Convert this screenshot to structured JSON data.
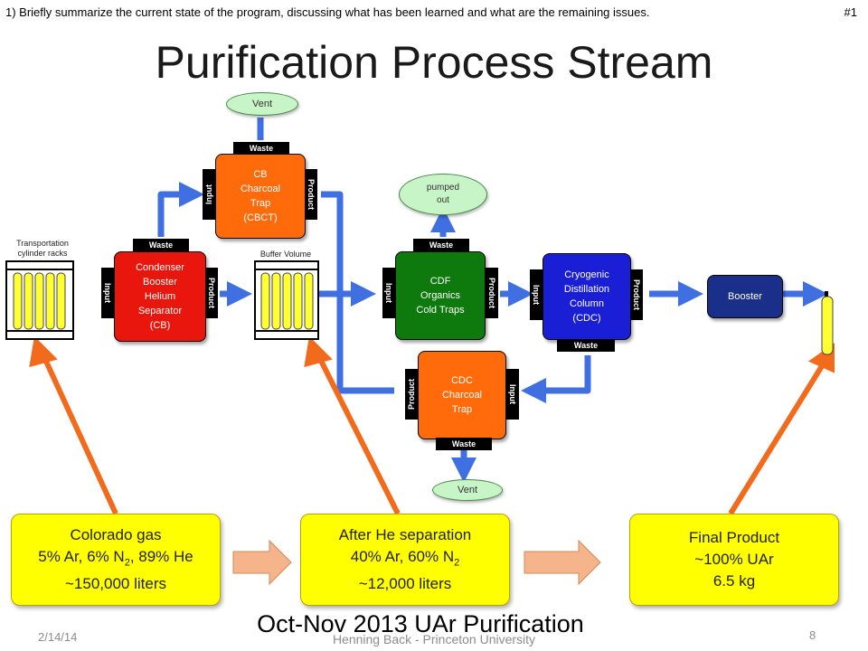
{
  "header": {
    "question": "1) Briefly summarize the current state of the program, discussing what has been learned and what are the remaining issues.",
    "slide_tag": "#1",
    "title": "Purification Process Stream"
  },
  "ports": {
    "input": "Input",
    "product": "Product",
    "waste": "Waste"
  },
  "units": {
    "cb": [
      "Condenser",
      "Booster",
      "Helium",
      "Separator",
      "(CB)"
    ],
    "cbct": [
      "CB",
      "Charcoal",
      "Trap",
      "(CBCT)"
    ],
    "cdf": [
      "CDF",
      "Organics",
      "Cold Traps"
    ],
    "cdc_column": [
      "Cryogenic",
      "Distillation",
      "Column",
      "(CDC)"
    ],
    "cdc_trap": [
      "CDC",
      "Charcoal",
      "Trap"
    ],
    "booster": "Booster"
  },
  "bubbles": {
    "vent_top": "Vent",
    "pumped_out": [
      "pumped",
      "out"
    ],
    "vent_bottom": "Vent"
  },
  "labels": {
    "transport_racks": [
      "Transportation",
      "cylinder racks"
    ],
    "buffer_volume": "Buffer Volume"
  },
  "stages": {
    "colorado": {
      "line1": "Colorado gas",
      "line2_pre": "5% Ar, 6% N",
      "line2_sub": "2",
      "line2_post": ", 89% He",
      "line3": "~150,000 liters"
    },
    "after_he": {
      "line1": "After He separation",
      "line2_pre": "40% Ar, 60% N",
      "line2_sub": "2",
      "line2_post": "",
      "line3": "~12,000 liters"
    },
    "final": {
      "line1": "Final Product",
      "line2": "~100% UAr",
      "line3": "6.5 kg"
    }
  },
  "footer": {
    "subtitle": "Oct-Nov 2013 UAr Purification",
    "date": "2/14/14",
    "author": "Henning Back - Princeton University",
    "page": "8"
  },
  "colors": {
    "pipe": "#3f6fe0",
    "cb": "#e8160c",
    "trap_orange": "#ff6a0a",
    "cdf_green": "#0e7a0e",
    "cdc_blue": "#1a1fd6",
    "booster_navy": "#1a2f8a",
    "arrow_orange": "#f26b1d",
    "flow_arrow": "#f6b48a",
    "cylinder": "#ffff33"
  }
}
